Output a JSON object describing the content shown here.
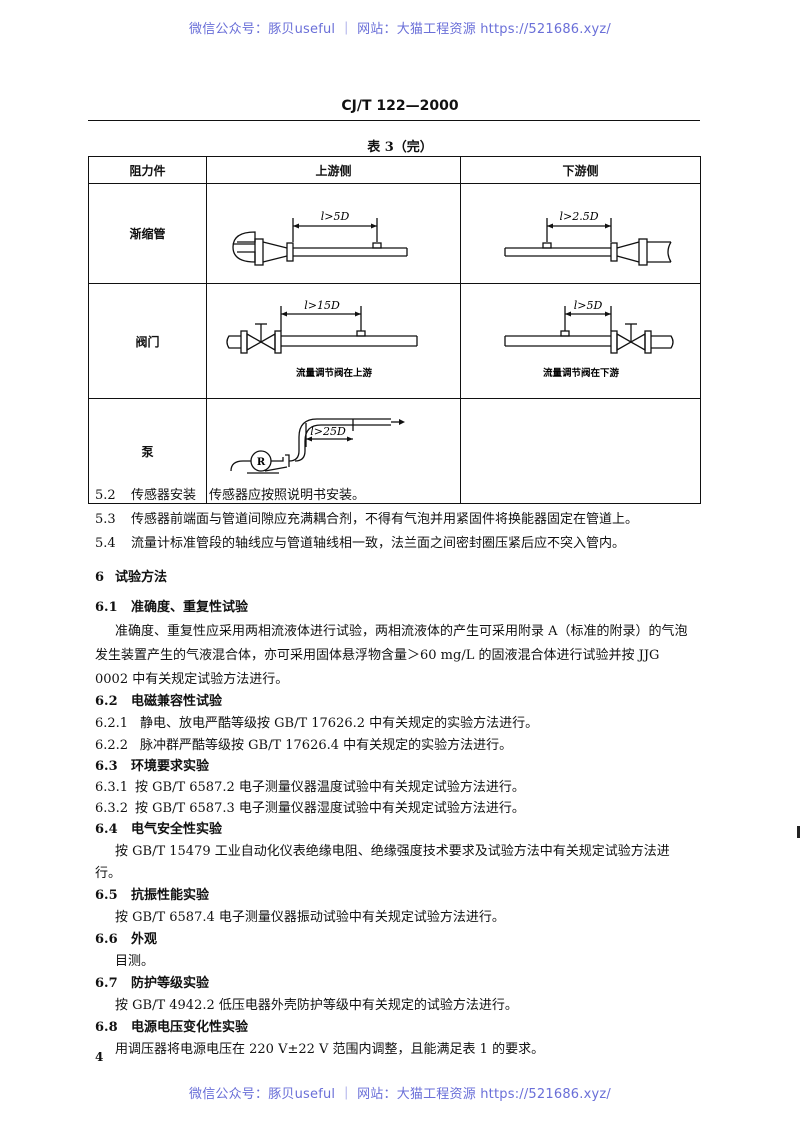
{
  "watermark": {
    "text": "微信公众号：豚贝useful ｜ 网站：大猫工程资源 https://521686.xyz/"
  },
  "header": {
    "standard_no": "CJ/T 122—2000",
    "table_caption": "表 3（完）"
  },
  "table": {
    "headers": [
      "阻力件",
      "上游侧",
      "下游侧"
    ],
    "rows": [
      {
        "label": "渐缩管",
        "up_dim": "l>5D",
        "down_dim": "l>2.5D",
        "up_caption": "",
        "down_caption": ""
      },
      {
        "label": "阀门",
        "up_dim": "l>15D",
        "down_dim": "l>5D",
        "up_caption": "流量调节阀在上游",
        "down_caption": "流量调节阀在下游"
      },
      {
        "label": "泵",
        "up_dim": "l>25D",
        "pump_symbol": "R"
      }
    ]
  },
  "body": {
    "lines": [
      {
        "id": "5-2",
        "num": "5.2",
        "text": "传感器安装　传感器应按照说明书安装。"
      },
      {
        "id": "5-3",
        "num": "5.3",
        "text": "传感器前端面与管道间隙应充满耦合剂，不得有气泡并用紧固件将换能器固定在管道上。"
      },
      {
        "id": "5-4",
        "num": "5.4",
        "text": "流量计标准管段的轴线应与管道轴线相一致，法兰面之间密封圈压紧后应不突入管内。"
      },
      {
        "id": "6",
        "num": "6",
        "text": "试验方法"
      },
      {
        "id": "6-1",
        "num": "6.1",
        "text": "准确度、重复性试验"
      },
      {
        "id": "6-1-p1",
        "num": "",
        "text": "准确度、重复性应采用两相流液体进行试验，两相流液体的产生可采用附录 A（标准的附录）的气泡"
      },
      {
        "id": "6-1-p2",
        "num": "",
        "text": "发生装置产生的气液混合体，亦可采用固体悬浮物含量＞60 mg/L 的固液混合体进行试验并按 JJG"
      },
      {
        "id": "6-1-p3",
        "num": "",
        "text": "0002 中有关规定试验方法进行。"
      },
      {
        "id": "6-2",
        "num": "6.2",
        "text": "电磁兼容性试验"
      },
      {
        "id": "6-2-1",
        "num": "6.2.1",
        "text": "静电、放电严酷等级按 GB/T 17626.2 中有关规定的实验方法进行。"
      },
      {
        "id": "6-2-2",
        "num": "6.2.2",
        "text": "脉冲群严酷等级按 GB/T 17626.4 中有关规定的实验方法进行。"
      },
      {
        "id": "6-3",
        "num": "6.3",
        "text": "环境要求实验"
      },
      {
        "id": "6-3-1",
        "num": "6.3.1",
        "text": "按 GB/T 6587.2 电子测量仪器温度试验中有关规定试验方法进行。"
      },
      {
        "id": "6-3-2",
        "num": "6.3.2",
        "text": "按 GB/T 6587.3 电子测量仪器湿度试验中有关规定试验方法进行。"
      },
      {
        "id": "6-4",
        "num": "6.4",
        "text": "电气安全性实验"
      },
      {
        "id": "6-4-p1",
        "num": "",
        "text": "按 GB/T 15479 工业自动化仪表绝缘电阻、绝缘强度技术要求及试验方法中有关规定试验方法进"
      },
      {
        "id": "6-4-p2",
        "num": "",
        "text": "行。"
      },
      {
        "id": "6-5",
        "num": "6.5",
        "text": "抗振性能实验"
      },
      {
        "id": "6-5-p1",
        "num": "",
        "text": "按 GB/T 6587.4 电子测量仪器振动试验中有关规定试验方法进行。"
      },
      {
        "id": "6-6",
        "num": "6.6",
        "text": "外观"
      },
      {
        "id": "6-6-p1",
        "num": "",
        "text": "目测。"
      },
      {
        "id": "6-7",
        "num": "6.7",
        "text": "防护等级实验"
      },
      {
        "id": "6-7-p1",
        "num": "",
        "text": "按 GB/T 4942.2 低压电器外壳防护等级中有关规定的试验方法进行。"
      },
      {
        "id": "6-8",
        "num": "6.8",
        "text": "电源电压变化性实验"
      },
      {
        "id": "6-8-p1",
        "num": "",
        "text": "用调压器将电源电压在 220 V±22 V 范围内调整，且能满足表 1 的要求。"
      }
    ]
  },
  "footer": {
    "page_number": "4"
  }
}
